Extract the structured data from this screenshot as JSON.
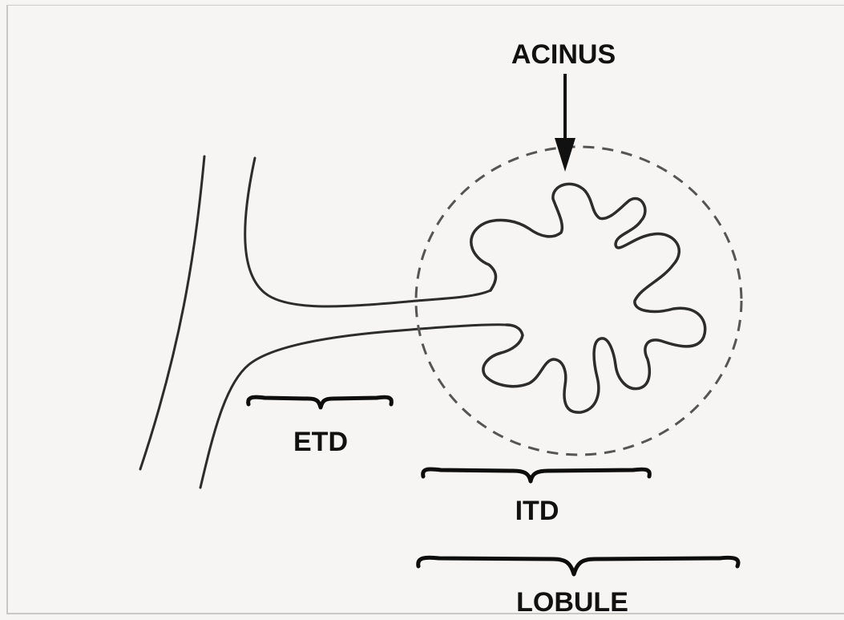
{
  "diagram": {
    "labels": {
      "acinus": "ACINUS",
      "etd": "ETD",
      "itd": "ITD",
      "lobule": "LOBULE"
    },
    "colors": {
      "paper": "#f6f5f3",
      "ink": "#2c2c2c",
      "label": "#111111"
    }
  }
}
